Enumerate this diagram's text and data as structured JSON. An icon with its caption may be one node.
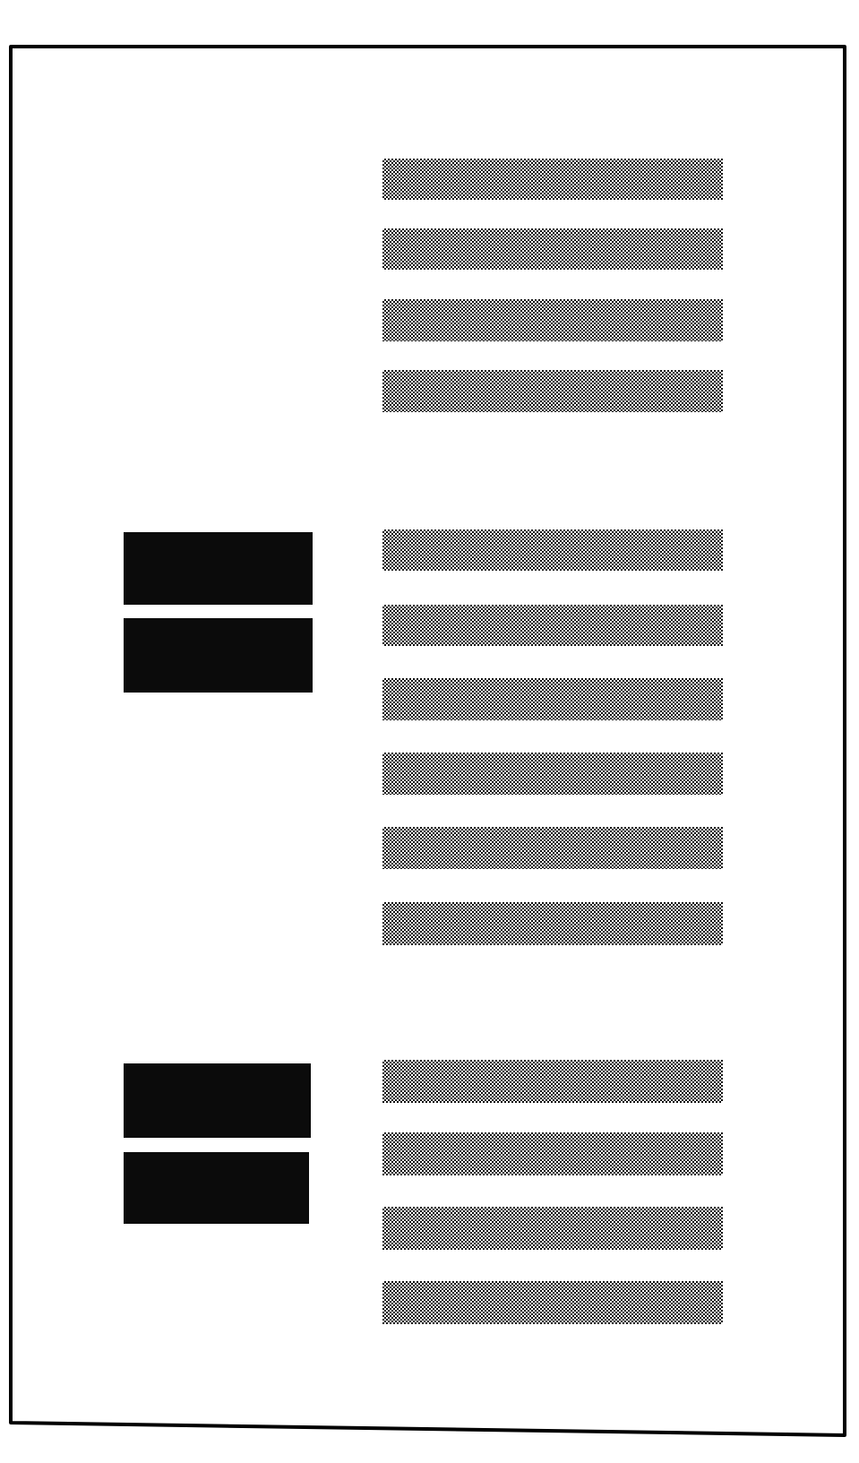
{
  "diagram": {
    "nodes": [
      {
        "text": [],
        "shape": "box"
      },
      {
        "text": [],
        "shape": "bar",
        "in": 0
      },
      {
        "text": [],
        "shape": "bar",
        "in": 0
      },
      {
        "text": [],
        "shape": "bar",
        "in": 0
      },
      {
        "text": [],
        "shape": "bar",
        "in": 0
      },
      {
        "text": [],
        "shape": "box",
        "in": 0
      },
      {
        "text": [],
        "shape": "bar",
        "in": 0
      },
      {
        "text": [],
        "shape": "box",
        "in": 0
      },
      {
        "text": [],
        "shape": "bar",
        "in": 0
      },
      {
        "text": [],
        "shape": "bar",
        "in": 0
      },
      {
        "text": [],
        "shape": "bar",
        "in": 0
      },
      {
        "text": [],
        "shape": "bar",
        "in": 0
      },
      {
        "text": [],
        "shape": "bar",
        "in": 0
      },
      {
        "text": [],
        "shape": "box",
        "in": 0
      },
      {
        "text": [],
        "shape": "bar",
        "in": 0
      },
      {
        "text": [],
        "shape": "box",
        "in": 0
      },
      {
        "text": [],
        "shape": "bar",
        "in": 0
      },
      {
        "text": [],
        "shape": "bar",
        "in": 0
      },
      {
        "text": [],
        "shape": "bar",
        "in": 0
      }
    ]
  }
}
